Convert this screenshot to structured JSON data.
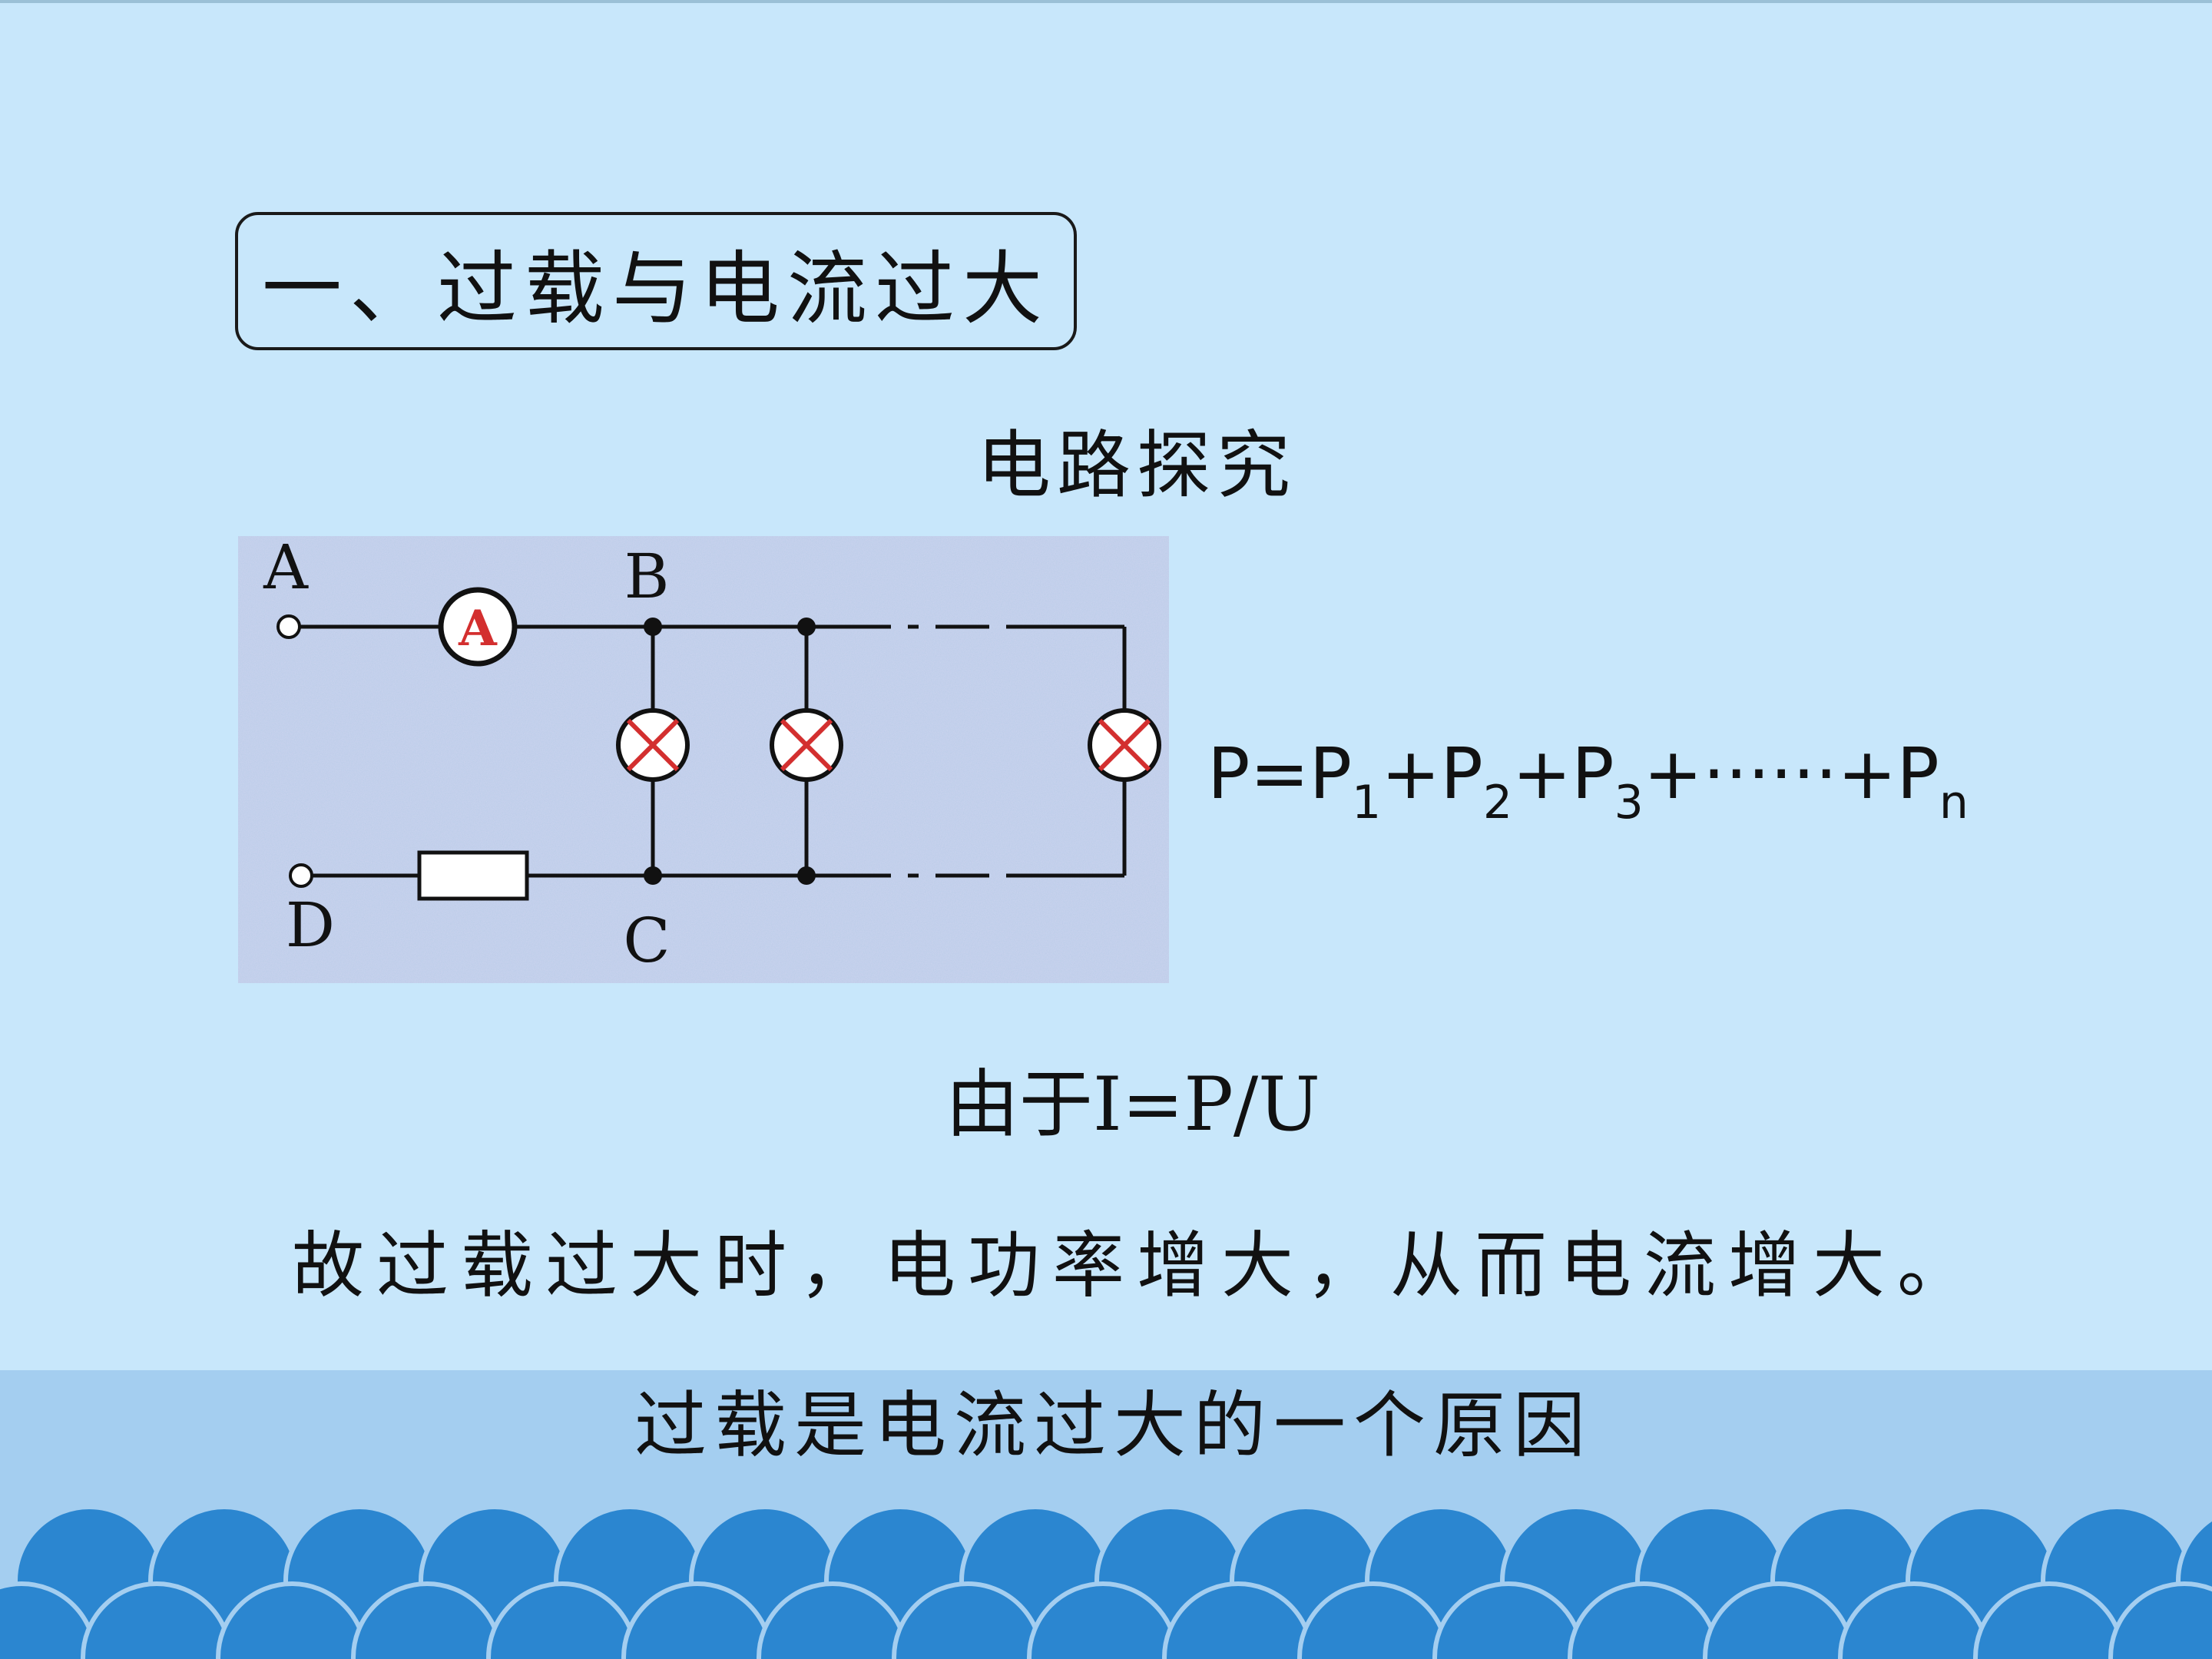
{
  "title": "一、过载与电流过大",
  "subtitle": "电路探究",
  "circuit": {
    "label_a": "A",
    "label_b": "B",
    "label_c": "C",
    "label_d": "D",
    "ammeter": "A"
  },
  "formula": {
    "lhs": "P=P",
    "sub1": "1",
    "plus1": "+P",
    "sub2": "2",
    "plus2": "+P",
    "sub3": "3",
    "dots": "+······+P",
    "subn": "n"
  },
  "since": "由于I=P/U",
  "conclusion": "故过载过大时，电功率增大，从而电流增大。",
  "reason": "过载是电流过大的一个原因",
  "colors": {
    "background": "#c8e7fb",
    "band": "#a4cef0",
    "wave": "#2b86d0",
    "lamp_cross": "#d32f2f"
  }
}
